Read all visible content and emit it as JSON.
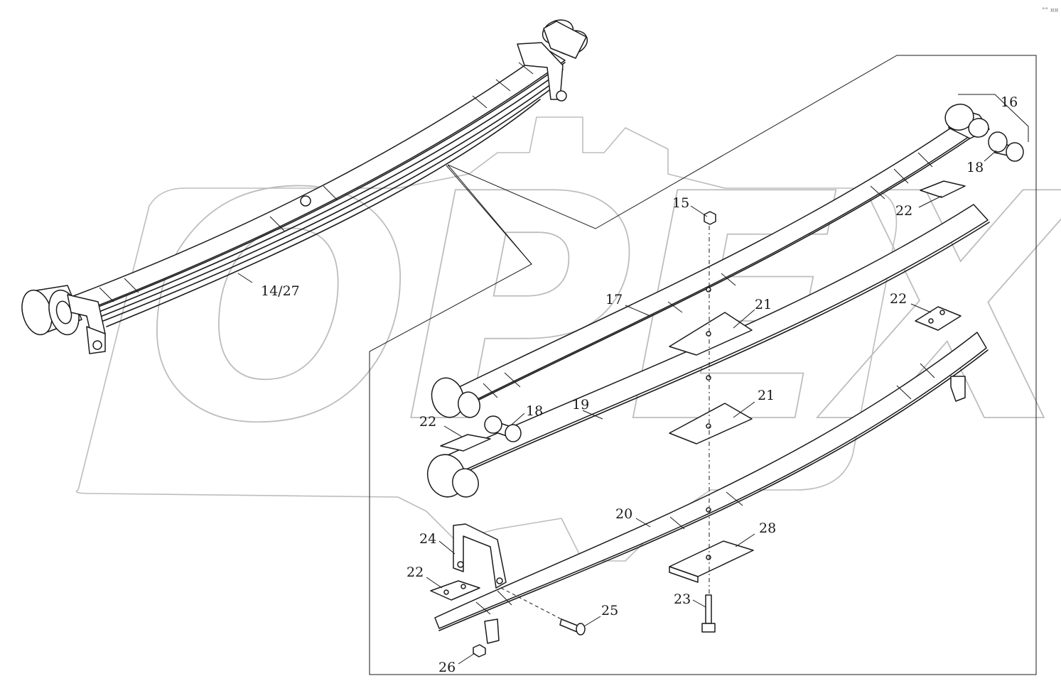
{
  "watermark": {
    "text": "OPEX"
  },
  "corner_mark": "°° ¤¤",
  "callouts": [
    {
      "id": "c-14-27",
      "label": "14/27"
    },
    {
      "id": "c-15",
      "label": "15"
    },
    {
      "id": "c-16",
      "label": "16"
    },
    {
      "id": "c-17",
      "label": "17"
    },
    {
      "id": "c-18a",
      "label": "18"
    },
    {
      "id": "c-18b",
      "label": "18"
    },
    {
      "id": "c-19",
      "label": "19"
    },
    {
      "id": "c-20",
      "label": "20"
    },
    {
      "id": "c-21a",
      "label": "21"
    },
    {
      "id": "c-21b",
      "label": "21"
    },
    {
      "id": "c-22a",
      "label": "22"
    },
    {
      "id": "c-22b",
      "label": "22"
    },
    {
      "id": "c-22c",
      "label": "22"
    },
    {
      "id": "c-22d",
      "label": "22"
    },
    {
      "id": "c-23",
      "label": "23"
    },
    {
      "id": "c-24",
      "label": "24"
    },
    {
      "id": "c-25",
      "label": "25"
    },
    {
      "id": "c-26",
      "label": "26"
    },
    {
      "id": "c-28",
      "label": "28"
    }
  ]
}
